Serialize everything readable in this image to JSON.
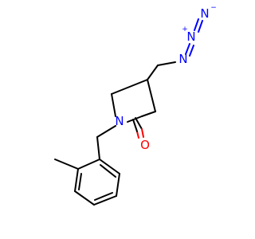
{
  "atoms": {
    "n_ring": {
      "label": "N",
      "color": "#0000ff"
    },
    "o_carbonyl": {
      "label": "O",
      "color": "#ff0000"
    },
    "n_azide_1": {
      "label": "N",
      "color": "#0000ff"
    },
    "n_azide_2": {
      "label": "N",
      "color": "#0000ff",
      "charge": "+"
    },
    "n_azide_3": {
      "label": "N",
      "color": "#0000ff",
      "charge": "−"
    }
  }
}
